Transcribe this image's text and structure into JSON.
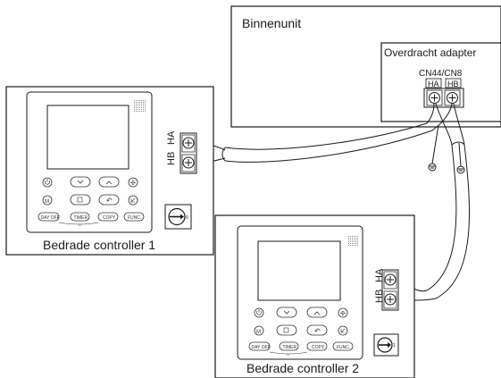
{
  "indoor_unit": {
    "title": "Binnenunit"
  },
  "adapter": {
    "title": "Overdracht adapter",
    "connector": "CN44/CN8",
    "terminal_a": "HA",
    "terminal_b": "HB"
  },
  "controller_1": {
    "caption": "Bedrade controller 1",
    "terminal_a": "HA",
    "terminal_b": "HB",
    "switch_value": "0",
    "buttons": {
      "day_off": "DAY OFF",
      "timer": "TIMER",
      "copy": "COPY",
      "func": "FUNC."
    }
  },
  "controller_2": {
    "caption": "Bedrade controller 2",
    "terminal_a": "HA",
    "terminal_b": "HB",
    "switch_value": "1",
    "buttons": {
      "day_off": "DAY OFF",
      "timer": "TIMER",
      "copy": "COPY",
      "func": "FUNC."
    }
  },
  "colors": {
    "line": "#1a1a1a",
    "fill": "#ffffff",
    "pad_fill": "#f4f4f4"
  }
}
